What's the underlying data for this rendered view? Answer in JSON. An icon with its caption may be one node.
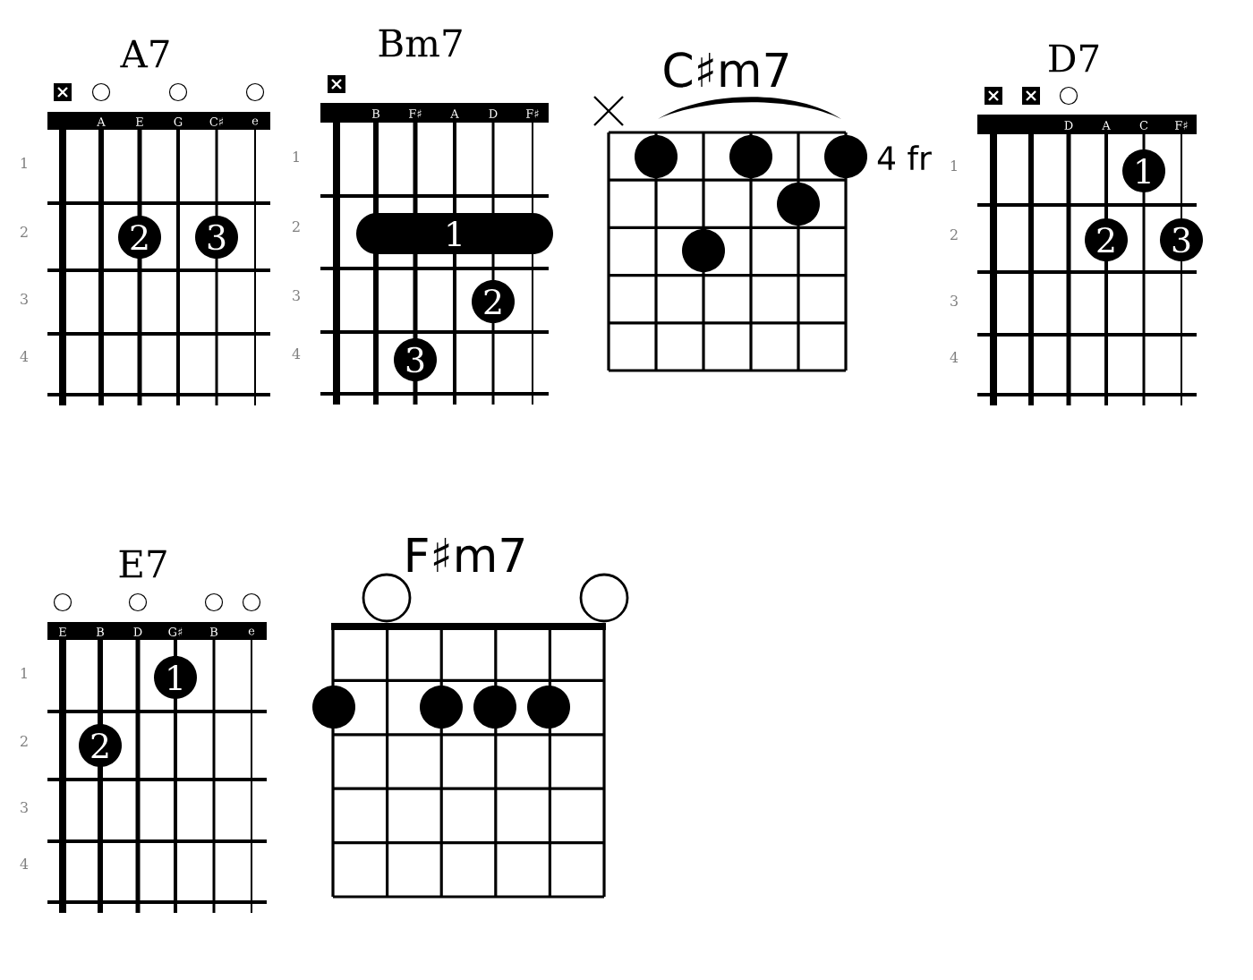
{
  "diagram": {
    "nodes": [
      {
        "text": [
          "2"
        ]
      },
      {
        "text": [
          "3"
        ]
      },
      {
        "text": [
          "1"
        ]
      },
      {
        "text": [
          "2"
        ]
      },
      {
        "text": [
          "3"
        ]
      },
      {
        "text": [],
        "shape": "circle"
      },
      {
        "text": [],
        "shape": "circle"
      },
      {
        "text": [],
        "shape": "circle"
      },
      {
        "text": [],
        "shape": "circle"
      },
      {
        "text": [],
        "shape": "circle"
      },
      {
        "text": [
          "1"
        ]
      },
      {
        "text": [
          "2"
        ]
      },
      {
        "text": [
          "3"
        ]
      },
      {
        "text": [
          "1"
        ]
      },
      {
        "text": [
          "2"
        ]
      },
      {
        "text": [],
        "shape": "circle"
      },
      {
        "text": [],
        "shape": "circle"
      },
      {
        "text": [],
        "shape": "circle"
      },
      {
        "text": [],
        "shape": "circle"
      }
    ],
    "labels": [
      "A7",
      "A",
      "E",
      "G",
      "C♯",
      "e",
      "1",
      "2",
      "3",
      "4",
      "Bm7",
      "B",
      "F♯",
      "A",
      "D",
      "F♯",
      "1",
      "2",
      "3",
      "4",
      "C♯m7",
      "4 fr",
      "D7",
      "D",
      "A",
      "C",
      "F♯",
      "1",
      "2",
      "3",
      "4",
      "E7",
      "E",
      "B",
      "D",
      "G♯",
      "B",
      "e",
      "1",
      "2",
      "3",
      "4",
      "F♯m7"
    ]
  }
}
